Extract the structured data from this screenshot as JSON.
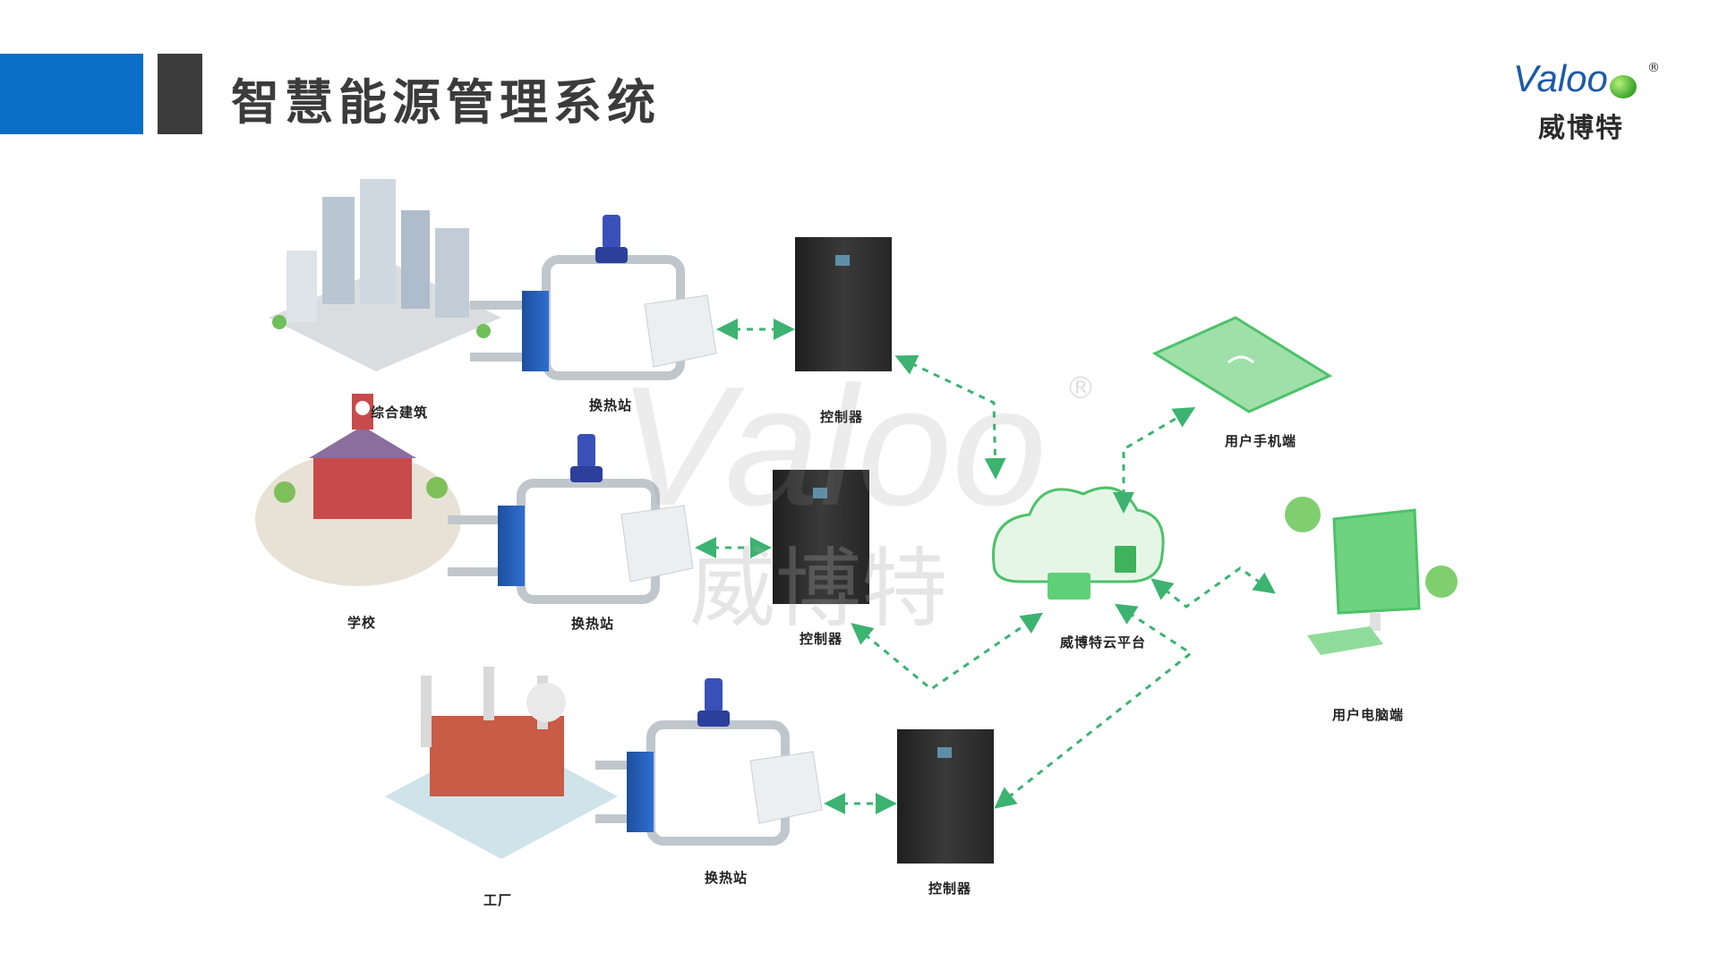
{
  "header": {
    "title": "智慧能源管理系统",
    "logo_wordmark": "Valoo",
    "logo_registered": "®",
    "logo_cn": "威博特"
  },
  "watermark": {
    "text_en": "Valoo",
    "text_cn": "威博特",
    "registered": "®"
  },
  "diagram": {
    "sites": [
      {
        "name": "综合建筑",
        "station_label": "换热站",
        "controller_label": "控制器"
      },
      {
        "name": "学校",
        "station_label": "换热站",
        "controller_label": "控制器"
      },
      {
        "name": "工厂",
        "station_label": "换热站",
        "controller_label": "控制器"
      }
    ],
    "cloud_platform": "威博特云平台",
    "user_mobile": "用户手机端",
    "user_pc": "用户电脑端"
  },
  "colors": {
    "header_blue": "#0a6ec6",
    "header_dark": "#3b3b3b",
    "link_green": "#3cb371",
    "accent_green": "#4cc26a"
  }
}
